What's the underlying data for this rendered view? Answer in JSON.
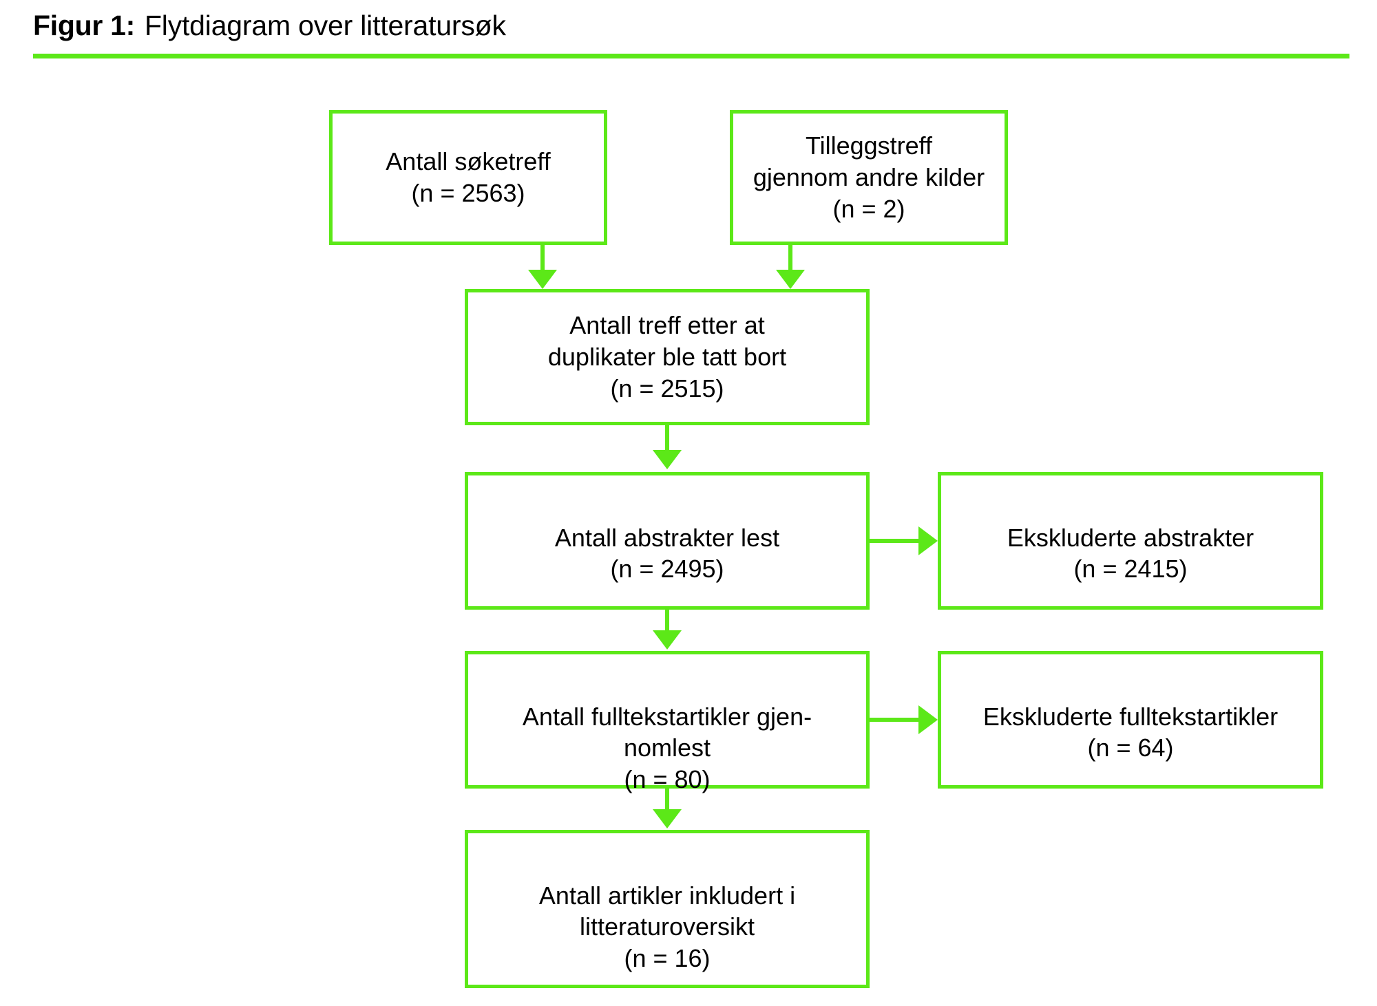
{
  "figure": {
    "label": "Figur 1:",
    "title": "Flytdiagram over litteratursøk",
    "accent_color": "#5CE818",
    "rule_color": "#5CE818"
  },
  "chart_data": {
    "type": "diagram",
    "title": "Flytdiagram over litteratursøk",
    "nodes": [
      {
        "id": "search_hits",
        "label": "Antall søketreff\n(n = 2563)",
        "n": 2563
      },
      {
        "id": "additional_hits",
        "label": "Tilleggstreff\ngjennom andre kilder\n(n = 2)",
        "n": 2
      },
      {
        "id": "after_duplicates",
        "label": "Antall treff etter at\nduplikater ble tatt bort\n(n = 2515)",
        "n": 2515
      },
      {
        "id": "abstracts_read",
        "label": "Antall abstrakter lest\n(n = 2495)",
        "n": 2495
      },
      {
        "id": "excluded_abstracts",
        "label": "Ekskluderte abstrakter\n(n = 2415)",
        "n": 2415
      },
      {
        "id": "fulltext_read",
        "label": "Antall fulltekstartikler gjen-\nnomlest\n(n = 80)",
        "n": 80
      },
      {
        "id": "excluded_fulltext",
        "label": "Ekskluderte fulltekstartikler\n(n = 64)",
        "n": 64
      },
      {
        "id": "included",
        "label": "Antall artikler inkludert i\nlitteraturoversikt\n(n = 16)",
        "n": 16
      }
    ],
    "edges": [
      {
        "from": "search_hits",
        "to": "after_duplicates",
        "direction": "down"
      },
      {
        "from": "additional_hits",
        "to": "after_duplicates",
        "direction": "down"
      },
      {
        "from": "after_duplicates",
        "to": "abstracts_read",
        "direction": "down"
      },
      {
        "from": "abstracts_read",
        "to": "excluded_abstracts",
        "direction": "right"
      },
      {
        "from": "abstracts_read",
        "to": "fulltext_read",
        "direction": "down"
      },
      {
        "from": "fulltext_read",
        "to": "excluded_fulltext",
        "direction": "right"
      },
      {
        "from": "fulltext_read",
        "to": "included",
        "direction": "down"
      }
    ]
  },
  "boxes": {
    "search_hits": "Antall søketreff\n(n = 2563)",
    "additional_hits": "Tilleggstreff\ngjennom andre kilder\n(n = 2)",
    "after_duplicates": "Antall treff etter at\nduplikater ble tatt bort\n(n = 2515)",
    "abstracts_read": "Antall abstrakter lest\n(n = 2495)",
    "excluded_abstracts": "Ekskluderte abstrakter\n(n = 2415)",
    "fulltext_read": "Antall fulltekstartikler gjen-\nnomlest\n(n = 80)",
    "excluded_fulltext": "Ekskluderte fulltekstartikler\n(n = 64)",
    "included": "Antall artikler inkludert i\nlitteraturoversikt\n(n = 16)"
  }
}
